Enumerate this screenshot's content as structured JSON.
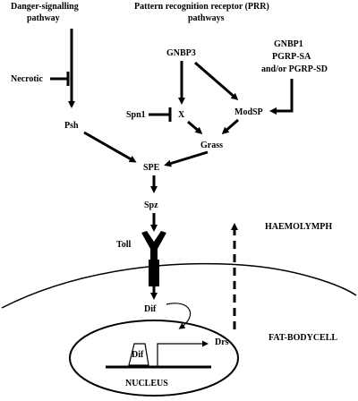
{
  "diagram": {
    "headers": {
      "danger_line1": "Danger-signalling",
      "danger_line2": "pathway",
      "prr_line1": "Pattern recognition receptor (PRR)",
      "prr_line2": "pathways"
    },
    "nodes": {
      "necrotic": "Necrotic",
      "gnbp3": "GNBP3",
      "gnbp1": "GNBP1",
      "pgrp_sa": "PGRP-SA",
      "and_or": "and/or PGRP-SD",
      "spn1": "Spn1",
      "x": "X",
      "modsp": "ModSP",
      "psh": "Psh",
      "grass": "Grass",
      "spe": "SPE",
      "spz": "Spz",
      "toll": "Toll",
      "dif": "Dif",
      "dif_bound": "Dif",
      "drs": "Drs",
      "nucleus": "NUCLEUS"
    },
    "regions": {
      "haemolymph": "HAEMOLYMPH",
      "fat_body_cell": "FAT-BODYCELL"
    }
  }
}
